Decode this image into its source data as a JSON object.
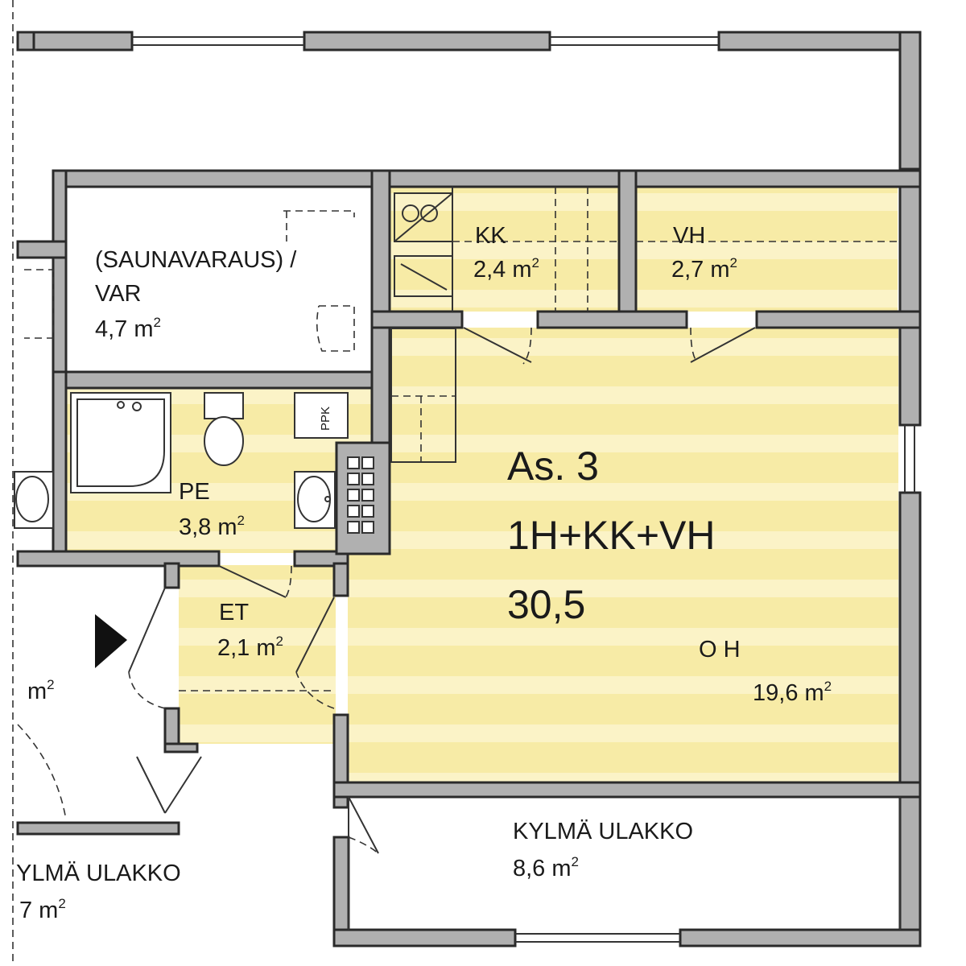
{
  "plan": {
    "unit": {
      "name": "As. 3",
      "type": "1H+KK+VH",
      "area": "30,5"
    },
    "colors": {
      "apartment_fill": "#f7eba6",
      "apartment_stripe": "#fbf3c7",
      "wall": "#b0b0b0",
      "outline": "#2a2a2a",
      "background": "#ffffff"
    },
    "rooms": {
      "sauna": {
        "name": "(SAUNAVARAUS) /",
        "name2": "VAR",
        "area": "4,7 m",
        "sup": "2"
      },
      "kk": {
        "name": "KK",
        "area": "2,4 m",
        "sup": "2"
      },
      "vh": {
        "name": "VH",
        "area": "2,7 m",
        "sup": "2"
      },
      "pe": {
        "name": "PE",
        "area": "3,8 m",
        "sup": "2"
      },
      "et": {
        "name": "ET",
        "area": "2,1 m",
        "sup": "2"
      },
      "oh": {
        "name": "O H",
        "area": "19,6 m",
        "sup": "2"
      },
      "balcony_right": {
        "name": "KYLMÄ ULAKKO",
        "area": "8,6 m",
        "sup": "2"
      },
      "balcony_left": {
        "name": "YLMÄ ULAKKO",
        "area": "7 m",
        "sup": "2"
      },
      "left_partial": {
        "area": "m",
        "sup": "2"
      }
    },
    "fixtures": {
      "ppk": "PPK"
    },
    "icons": {
      "entrance_arrow": "triangle-right-icon"
    }
  }
}
